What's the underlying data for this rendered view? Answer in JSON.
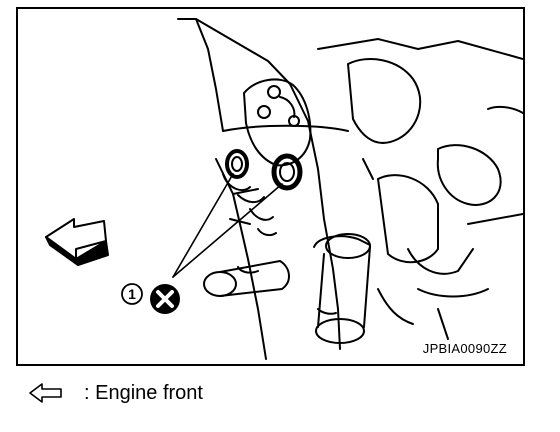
{
  "figure": {
    "image_code": "JPBIA0090ZZ",
    "callout_number": "①",
    "callout_symbol": "do-not-reuse",
    "legend": {
      "text": ": Engine front",
      "icon": "hollow-arrow-left-icon"
    }
  }
}
